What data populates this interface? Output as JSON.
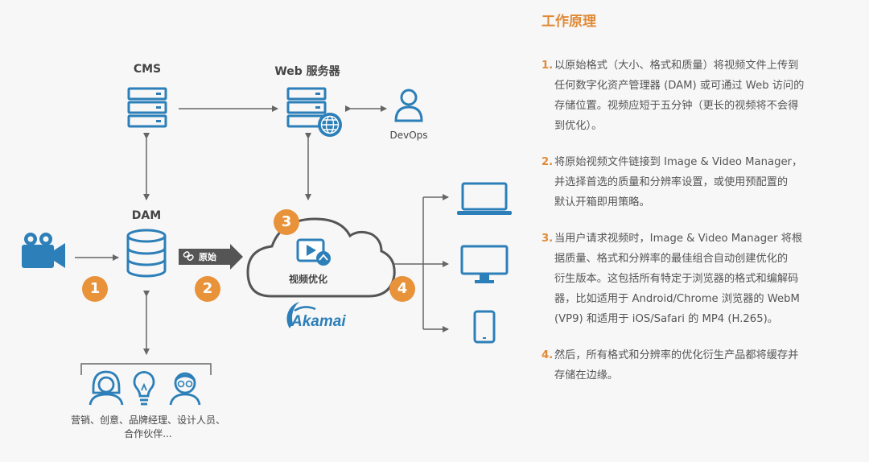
{
  "diagram": {
    "cms_label": "CMS",
    "web_server_label": "Web 服务器",
    "devops_label": "DevOps",
    "dam_label": "DAM",
    "original_tag": "原始",
    "video_optimization_label": "视频优化",
    "akamai_logo_text": "Akamai",
    "users_label_line1": "营销、创意、品牌经理、设计人员、",
    "users_label_line2": "合作伙伴...",
    "badges": [
      "1",
      "2",
      "3",
      "4"
    ],
    "colors": {
      "blue": "#2c7fb8",
      "orange": "#e8923a",
      "arrow": "#666666",
      "cloud_stroke": "#555555"
    }
  },
  "panel": {
    "title": "工作原理",
    "steps": [
      {
        "num": "1.",
        "lines": [
          "以原始格式（大小、格式和质量）将视频文件上传到",
          "任何数字化资产管理器 (DAM) 或可通过 Web 访问的",
          "存储位置。视频应短于五分钟（更长的视频将不会得",
          "到优化）。"
        ]
      },
      {
        "num": "2.",
        "lines": [
          "将原始视频文件链接到 Image & Video Manager，",
          "并选择首选的质量和分辨率设置，或使用预配置的",
          "默认开箱即用策略。"
        ]
      },
      {
        "num": "3.",
        "lines": [
          "当用户请求视频时，Image & Video Manager 将根",
          "据质量、格式和分辨率的最佳组合自动创建优化的",
          "衍生版本。这包括所有特定于浏览器的格式和编解码",
          "器，比如适用于 Android/Chrome 浏览器的 WebM",
          "(VP9) 和适用于 iOS/Safari 的 MP4 (H.265)。"
        ]
      },
      {
        "num": "4.",
        "lines": [
          "然后，所有格式和分辨率的优化衍生产品都将缓存并",
          "存储在边缘。"
        ]
      }
    ]
  }
}
